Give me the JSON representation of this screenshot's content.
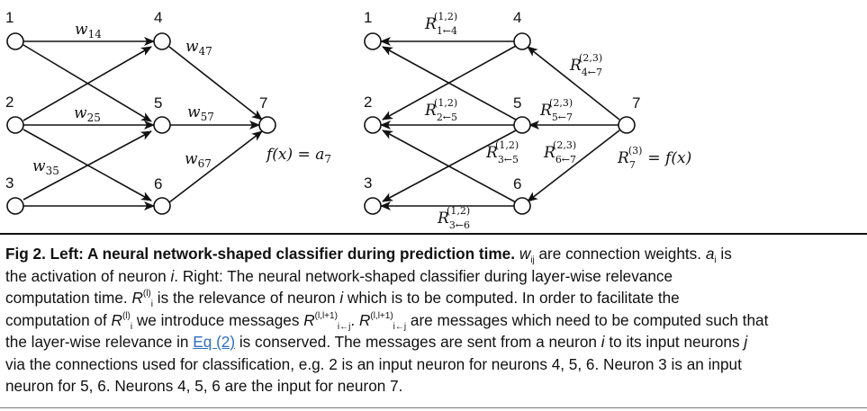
{
  "figure": {
    "left": {
      "nodes": [
        "1",
        "2",
        "3",
        "4",
        "5",
        "6",
        "7"
      ],
      "weights": {
        "w14": {
          "base": "w",
          "sub": "14"
        },
        "w25": {
          "base": "w",
          "sub": "25"
        },
        "w35": {
          "base": "w",
          "sub": "35"
        },
        "w47": {
          "base": "w",
          "sub": "47"
        },
        "w57": {
          "base": "w",
          "sub": "57"
        },
        "w67": {
          "base": "w",
          "sub": "67"
        }
      },
      "output": "f(x) = a",
      "output_sub": "7"
    },
    "right": {
      "nodes": [
        "1",
        "2",
        "3",
        "4",
        "5",
        "6",
        "7"
      ],
      "messages": {
        "r14": {
          "sub": "1←4",
          "sup": "(1,2)"
        },
        "r25": {
          "sub": "2←5",
          "sup": "(1,2)"
        },
        "r35": {
          "sub": "3←5",
          "sup": "(1,2)"
        },
        "r36": {
          "sub": "3←6",
          "sup": "(1,2)"
        },
        "r47": {
          "sub": "4←7",
          "sup": "(2,3)"
        },
        "r57": {
          "sub": "5←7",
          "sup": "(2,3)"
        },
        "r67": {
          "sub": "6←7",
          "sup": "(2,3)"
        }
      },
      "relevance_sub": "7",
      "relevance_sup": "(3)",
      "relevance_rhs": "= f(x)"
    }
  },
  "caption": {
    "label": "Fig 2.",
    "title": "Left: A neural network-shaped classifier during prediction time.",
    "t1": " are connection weights. ",
    "a_sym": "a",
    "a_sub": "i",
    "t2": " is",
    "t3": "the activation of neuron ",
    "i1": "i",
    "t4": ". Right: The neural network-shaped classifier during layer-wise relevance",
    "t5": "computation time. ",
    "t6": " is the relevance of neuron ",
    "i2": "i",
    "t7": " which is to be computed. In order to facilitate the",
    "t8": "computation of ",
    "t9": " we introduce messages ",
    "t10": ". ",
    "t11": " are messages which need to be computed such that",
    "t12": "the layer-wise relevance in ",
    "eq_link": "Eq (2)",
    "t13": " is conserved. The messages are sent from a neuron ",
    "i3": "i",
    "t14": " to its input neurons ",
    "j1": "j",
    "t15": "via the connections used for classification, e.g. 2 is an input neuron for neurons 4, 5, 6. Neuron 3 is an input",
    "t16": "neuron for 5, 6. Neurons 4, 5, 6 are the input for neuron 7.",
    "w_sym": "w",
    "w_sub": "ij",
    "R": "R",
    "sub_i": "i",
    "sup_l": "(l)",
    "sub_ij": "i←j",
    "sup_ll1": "(l,l+1)"
  }
}
